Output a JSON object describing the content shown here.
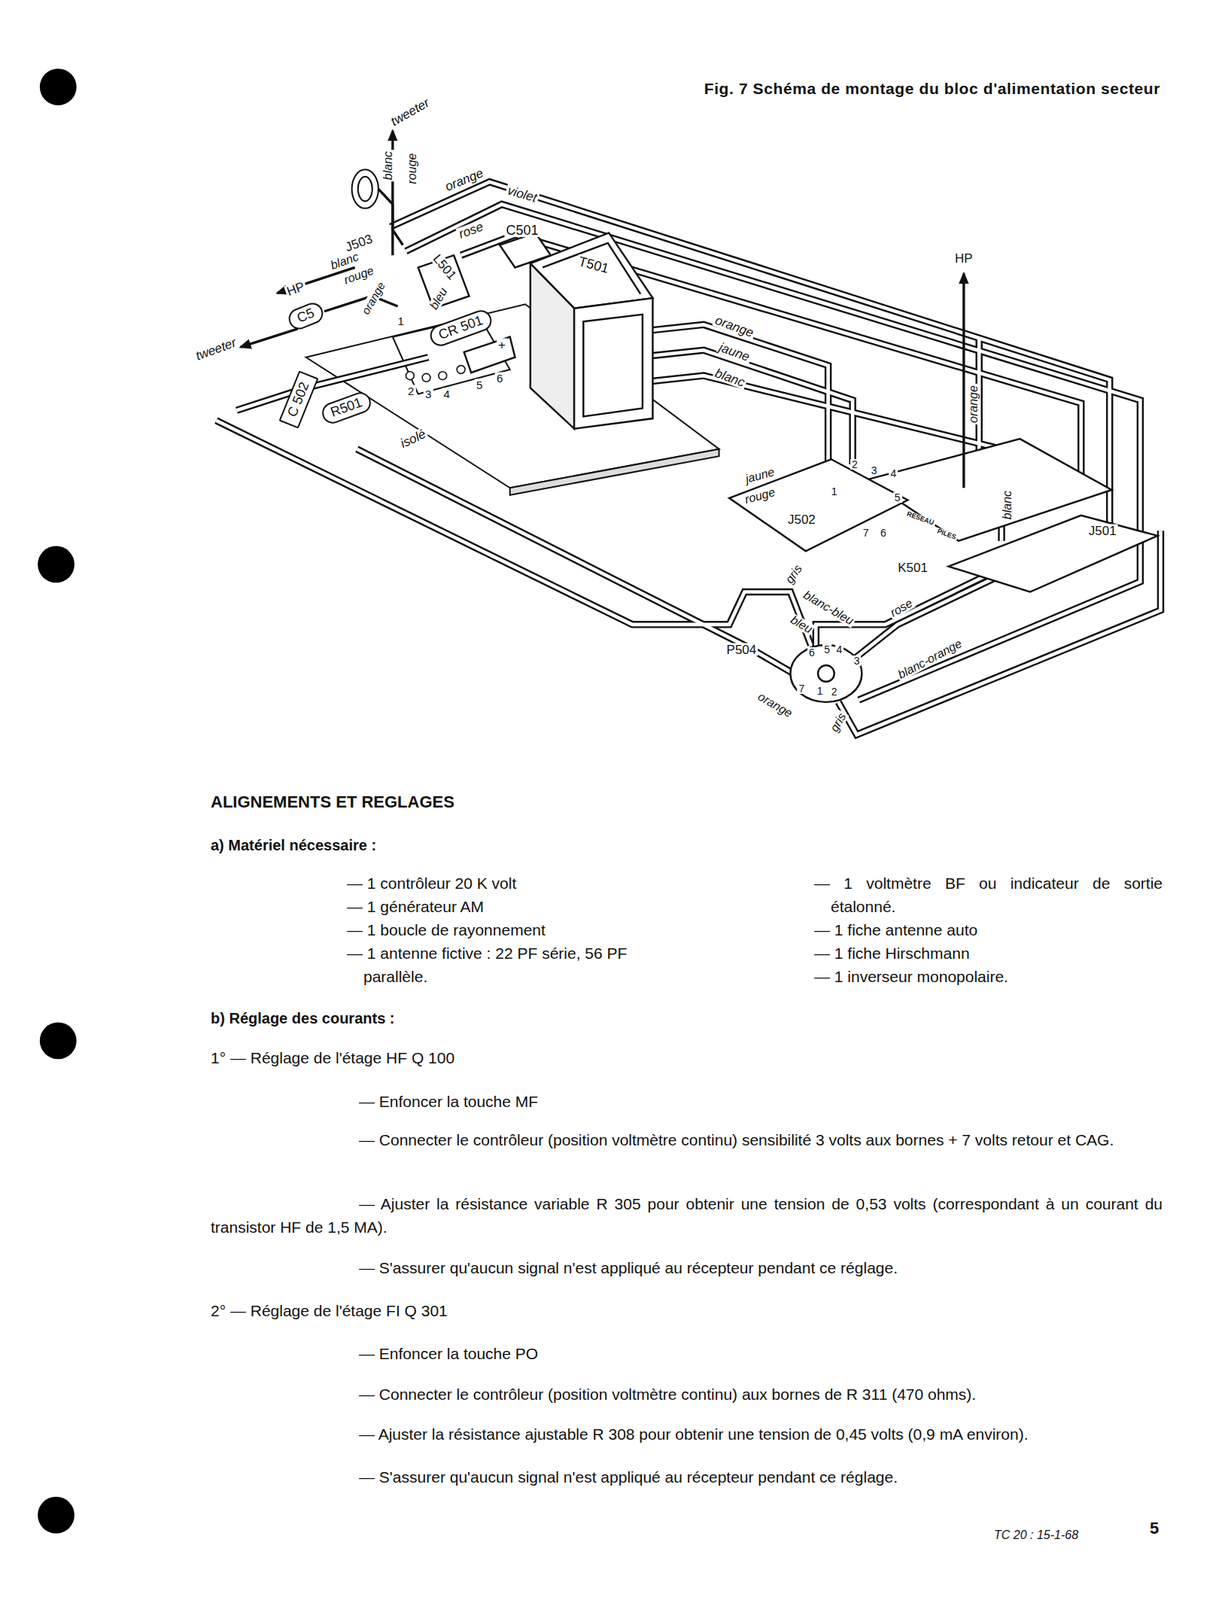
{
  "diagram": {
    "title": "Fig. 7 Schéma de montage du bloc d'alimentation secteur",
    "nodes": [
      {
        "text": [
          "C5"
        ]
      },
      {
        "text": [
          "CR 501"
        ]
      },
      {
        "text": [
          "C 502"
        ]
      },
      {
        "text": [
          "R501"
        ]
      }
    ],
    "labels": [
      "tweeter",
      "blanc",
      "rouge",
      "orange",
      "violet",
      "rose",
      "C501",
      "T501",
      "J503",
      "blanc",
      "rouge",
      "HP",
      "L501",
      "bleu",
      "orange",
      "tweeter",
      "1",
      "2",
      "3",
      "4",
      "5",
      "6",
      "+",
      "isolé",
      "orange",
      "jaune",
      "blanc",
      "HP",
      "orange",
      "blanc",
      "jaune",
      "rouge",
      "J502",
      "1",
      "2",
      "3",
      "4",
      "5",
      "6",
      "7",
      "RESEAU",
      "PILES",
      "K501",
      "J501",
      "gris",
      "blanc-bleu",
      "bleu",
      "rose",
      "blanc-orange",
      "P504",
      "6",
      "5",
      "4",
      "3",
      "7",
      "1",
      "2",
      "orange",
      "gris",
      "ALIGNEMENTS ET REGLAGES",
      "a) Matériel nécessaire :",
      "— 1 contrôleur 20 K volt",
      "— 1 générateur AM",
      "— 1 boucle de rayonnement",
      "— 1 antenne fictive : 22 PF série, 56 PF parallèle.",
      "— 1 voltmètre BF ou indicateur de sortie étalonné.",
      "— 1 fiche antenne auto",
      "— 1 fiche Hirschmann",
      "— 1 inverseur monopolaire.",
      "b) Réglage des courants :",
      "1° — Réglage de l'étage HF Q 100",
      "— Enfoncer la touche MF",
      "— Connecter le contrôleur (position voltmètre continu) sensibilité 3 volts aux bornes + 7 volts retour et CAG.",
      "— Ajuster la résistance variable R 305 pour obtenir une tension de 0,53 volts (correspondant à un courant du transistor HF de 1,5 MA).",
      "— S'assurer qu'aucun signal n'est appliqué au récepteur pendant ce réglage.",
      "2° — Réglage de l'étage FI Q 301",
      "— Enfoncer la touche PO",
      "— Connecter le contrôleur (position voltmètre continu) aux bornes de R 311 (470 ohms).",
      "— Ajuster la résistance ajustable R 308 pour obtenir une tension de 0,45 volts (0,9 mA environ).",
      "— S'assurer qu'aucun signal n'est appliqué au récepteur pendant ce réglage.",
      "TC 20 : 15-1-68",
      "5"
    ]
  }
}
